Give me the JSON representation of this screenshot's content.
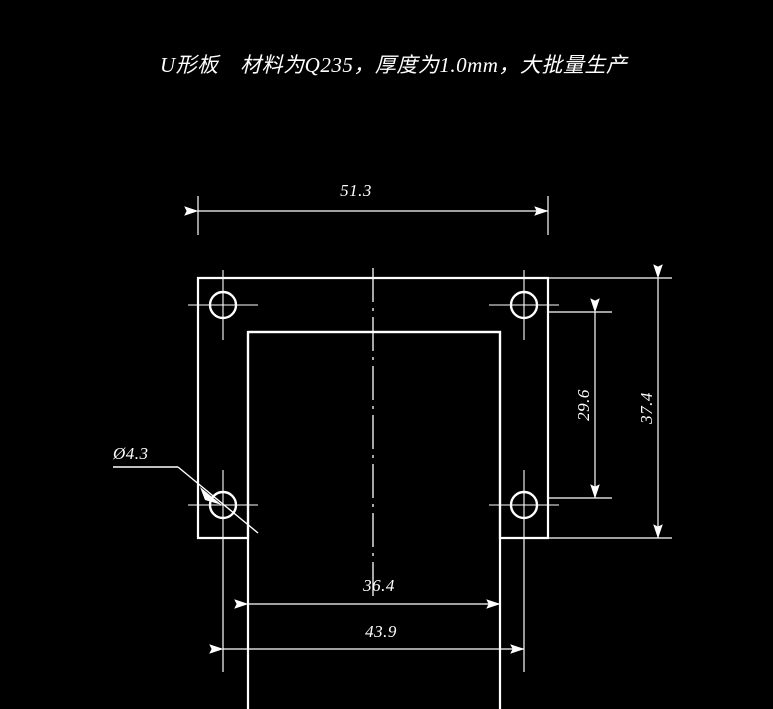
{
  "drawing": {
    "title": "U形板　材料为Q235，厚度为1.0mm，大批量生产",
    "background_color": "#000000",
    "line_color": "#ffffff",
    "dimensions": {
      "overall_width": "51.3",
      "overall_height": "37.4",
      "inner_height": "29.6",
      "inner_width": "36.4",
      "hole_spacing": "43.9",
      "hole_diameter": "Ø4.3"
    }
  },
  "chart_data": {
    "type": "table",
    "title": "U形板　材料为Q235，厚度为1.0mm，大批量生产",
    "categories": [
      "overall_width",
      "overall_height",
      "inner_height",
      "inner_width",
      "hole_spacing",
      "hole_diameter"
    ],
    "values": [
      51.3,
      37.4,
      29.6,
      36.4,
      43.9,
      4.3
    ],
    "labels": [
      "51.3",
      "37.4",
      "29.6",
      "36.4",
      "43.9",
      "Ø4.3"
    ],
    "units": "mm",
    "xlabel": "",
    "ylabel": ""
  }
}
